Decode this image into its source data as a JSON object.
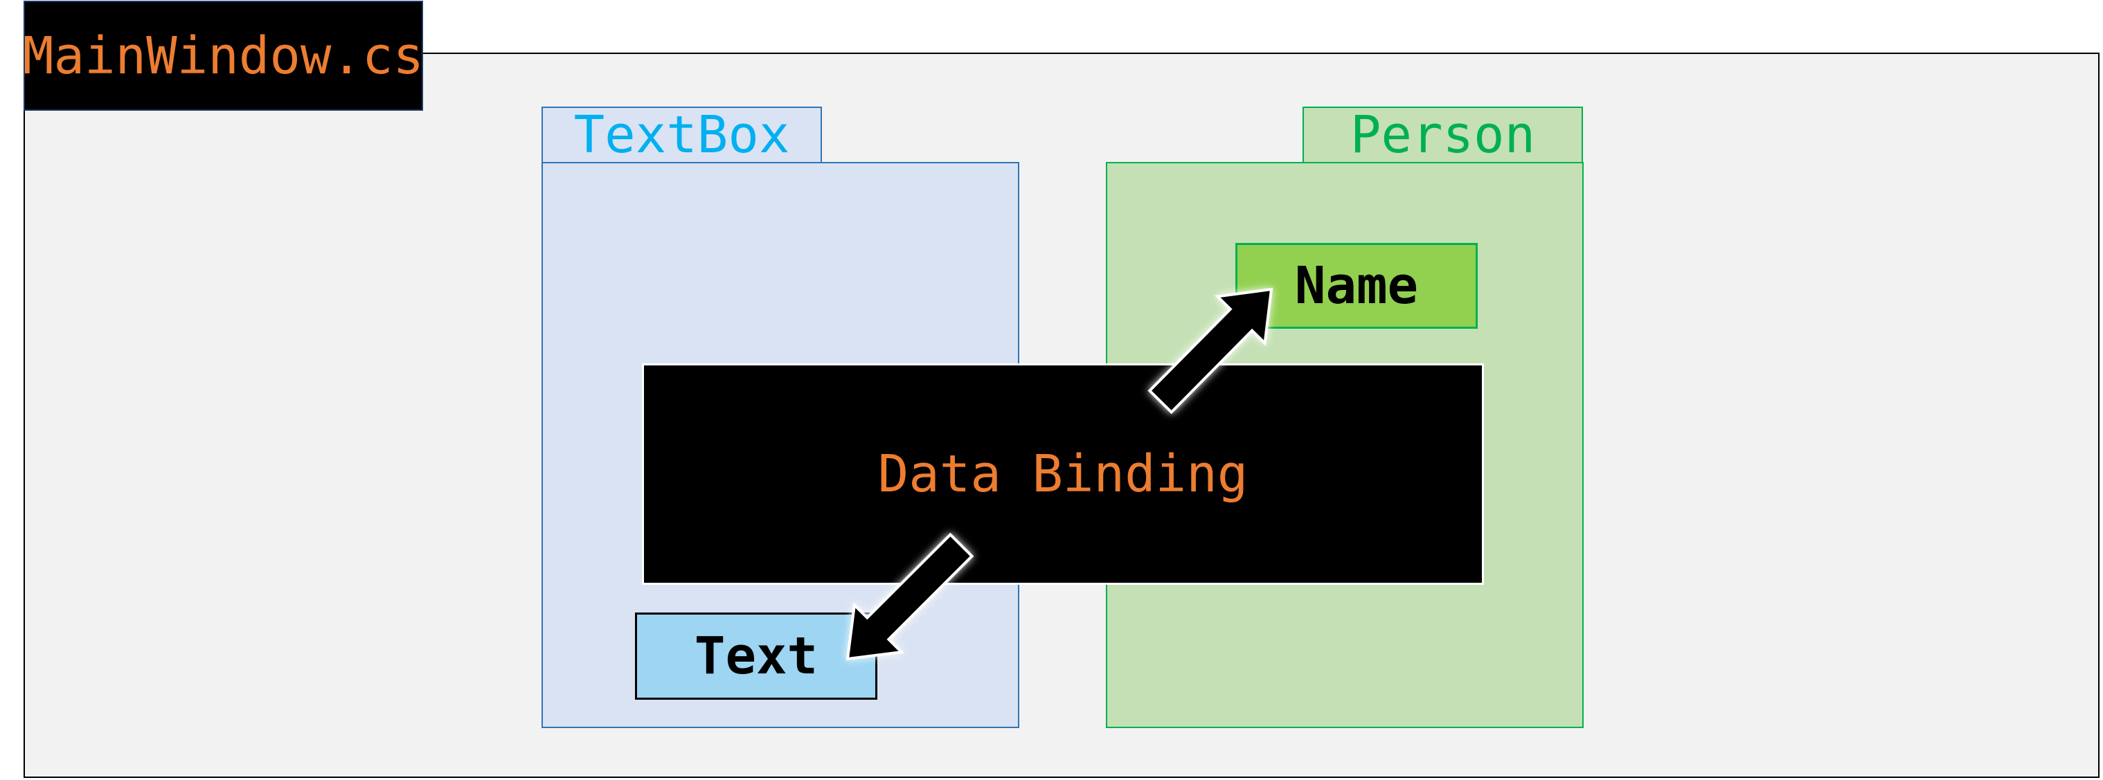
{
  "window": {
    "title": "MainWindow.cs"
  },
  "textbox": {
    "label": "TextBox",
    "property": "Text"
  },
  "person": {
    "label": "Person",
    "property": "Name"
  },
  "binding": {
    "label": "Data Binding"
  },
  "colors": {
    "title_text": "#ed7d31",
    "textbox_label": "#00b0f0",
    "textbox_fill": "#dae3f3",
    "textbox_border": "#2e75b6",
    "text_prop_fill": "#9dd5f3",
    "person_label": "#00b050",
    "person_fill": "#c5e0b4",
    "name_prop_fill": "#92d050",
    "binding_fill": "#000000",
    "binding_text": "#ed7d31",
    "window_fill": "#f2f2f2"
  },
  "icons": [
    "arrow-to-name-icon",
    "arrow-to-text-icon"
  ]
}
